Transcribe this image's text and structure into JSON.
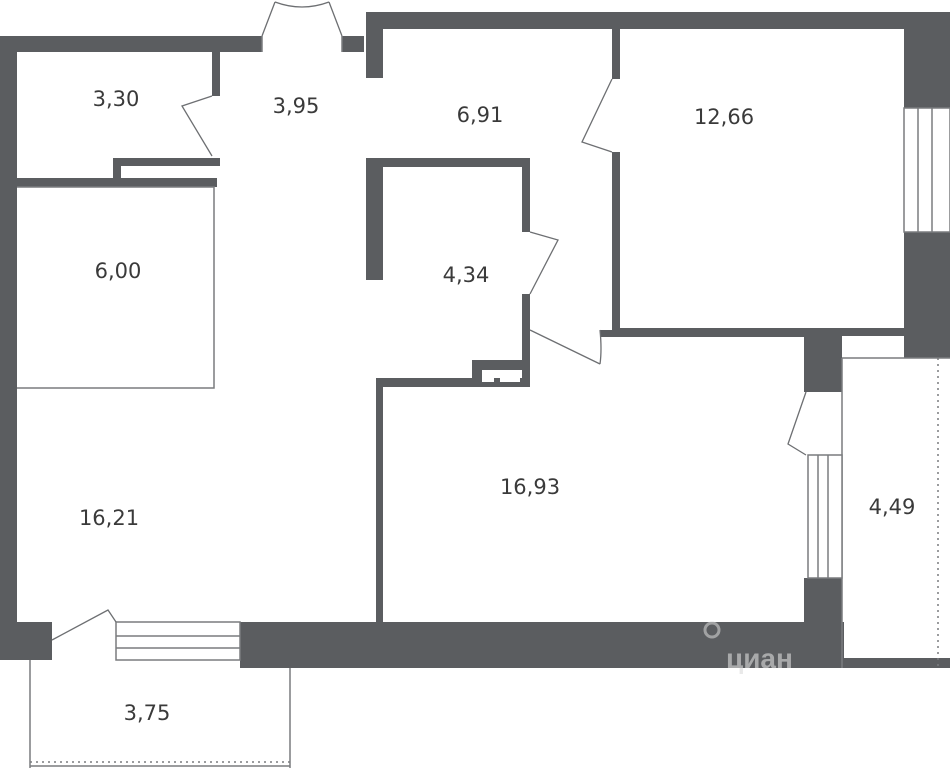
{
  "rooms": [
    {
      "id": "pantry",
      "area": "3,30"
    },
    {
      "id": "hall",
      "area": "3,95"
    },
    {
      "id": "corridor",
      "area": "6,91"
    },
    {
      "id": "bedroom",
      "area": "12,66"
    },
    {
      "id": "bathroom",
      "area": "6,00"
    },
    {
      "id": "wc",
      "area": "4,34"
    },
    {
      "id": "living-room",
      "area": "16,93"
    },
    {
      "id": "kitchen",
      "area": "16,21"
    },
    {
      "id": "balcony-right",
      "area": "4,49"
    },
    {
      "id": "balcony-bottom",
      "area": "3,75"
    }
  ],
  "watermark": {
    "text": "циан"
  },
  "colors": {
    "wall": "#5b5d60",
    "outline": "#7a7c7f",
    "label": "#3a3a3a",
    "background": "#ffffff"
  }
}
